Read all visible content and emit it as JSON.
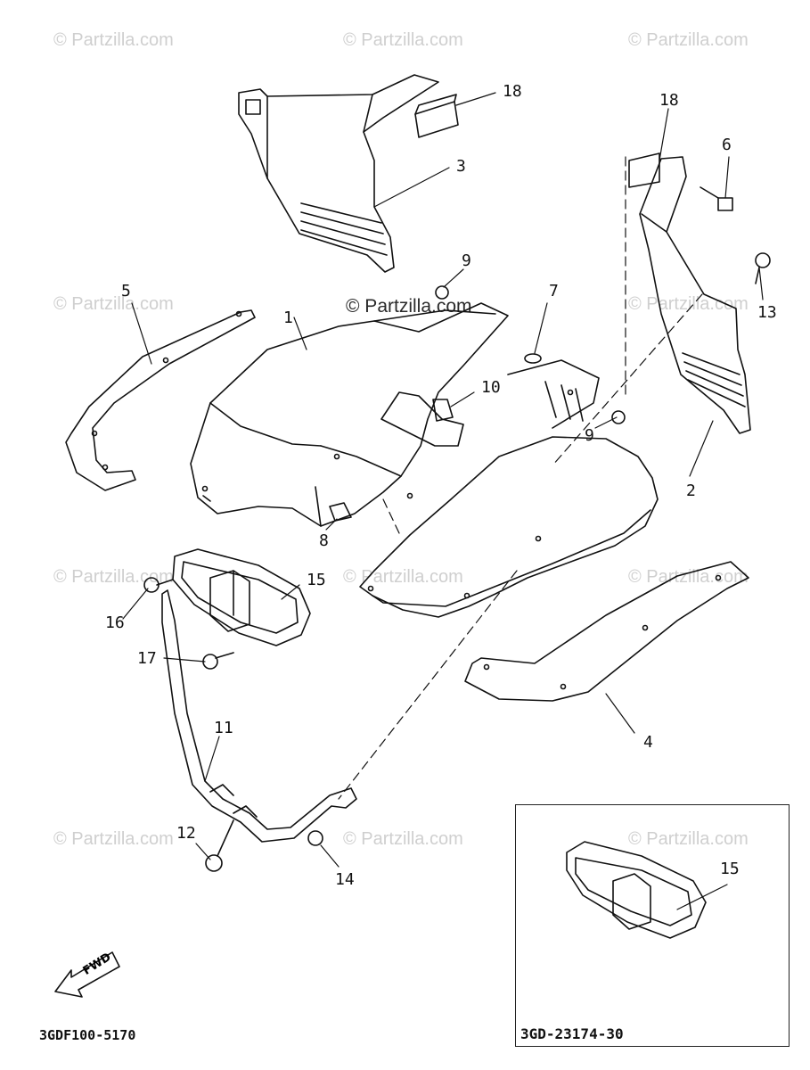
{
  "watermark": {
    "text": "© Partzilla.com",
    "main_text": "© Partzilla.com"
  },
  "callouts": [
    "1",
    "2",
    "3",
    "4",
    "5",
    "6",
    "7",
    "8",
    "9",
    "9",
    "10",
    "11",
    "12",
    "13",
    "14",
    "15",
    "16",
    "17",
    "18",
    "18",
    "15"
  ],
  "fwd_label": "FWD",
  "diagram_code": "3GDF100-5170",
  "inset": {
    "code": "3GD-23174-30",
    "callout": "15"
  },
  "colors": {
    "line": "#111111",
    "watermark": "#cfcfcf"
  }
}
